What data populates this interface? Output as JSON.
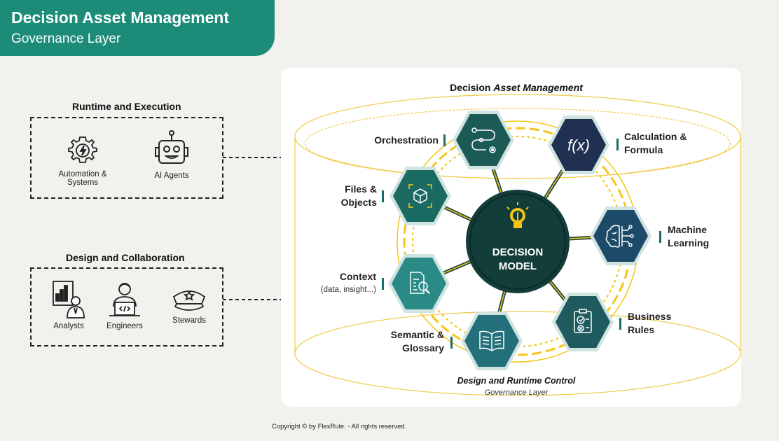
{
  "header": {
    "title": "Decision Asset Management",
    "subtitle": "Governance Layer"
  },
  "runtime": {
    "title": "Runtime and Execution",
    "actors": [
      {
        "label": "Automation & Systems",
        "icon": "gear-bolt-icon"
      },
      {
        "label": "AI Agents",
        "icon": "robot-icon"
      }
    ]
  },
  "design": {
    "title": "Design and Collaboration",
    "actors": [
      {
        "label": "Analysts",
        "icon": "analyst-icon"
      },
      {
        "label": "Engineers",
        "icon": "engineer-icon"
      },
      {
        "label": "Stewards",
        "icon": "steward-cap-icon"
      }
    ]
  },
  "panel": {
    "title_plain": "Decision",
    "title_italic": "Asset Management",
    "footer_title": "Design and Runtime Control",
    "footer_subtitle": "Governance Layer"
  },
  "center": {
    "line1": "DECISION",
    "line2": "MODEL",
    "icon": "lightbulb-icon"
  },
  "assets": [
    {
      "key": "orchestration",
      "label": "Orchestration",
      "icon": "flow-icon",
      "color": "#1b5a55"
    },
    {
      "key": "calculation",
      "label": "Calculation & Formula",
      "icon": "function-icon",
      "color": "#1f3050"
    },
    {
      "key": "files",
      "label": "Files & Objects",
      "icon": "cube-icon",
      "color": "#1a6a62"
    },
    {
      "key": "ml",
      "label": "Machine Learning",
      "icon": "brain-icon",
      "color": "#1e4a6a"
    },
    {
      "key": "context",
      "label": "Context",
      "sublabel": "(data, insight...)",
      "icon": "document-search-icon",
      "color": "#2a8a86"
    },
    {
      "key": "rules",
      "label": "Business Rules",
      "icon": "checklist-icon",
      "color": "#1f5a5e"
    },
    {
      "key": "semantic",
      "label": "Semantic & Glossary",
      "icon": "book-icon",
      "color": "#24707a"
    }
  ],
  "colors": {
    "brand": "#1c8c79",
    "gold": "#f5c518",
    "dark_teal": "#133d39"
  },
  "copyright": "Copyright © by FlexRule. - All rights reserved."
}
